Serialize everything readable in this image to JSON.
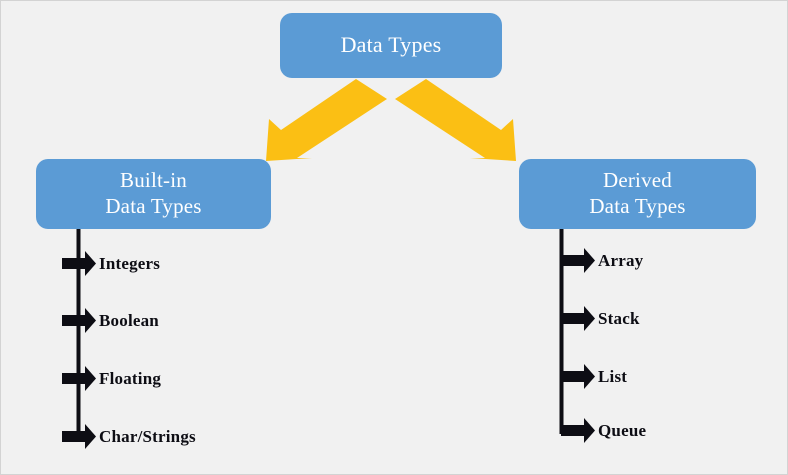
{
  "diagram": {
    "title": "Data Types",
    "colors": {
      "node_fill": "#5B9BD5",
      "node_text": "#FFFFFF",
      "connector_yellow": "#FBBF14",
      "leaf_arrow": "#0D0D14",
      "background": "#F1F1F1",
      "border": "#D3D3D3"
    },
    "root": {
      "label": "Data Types"
    },
    "branches": [
      {
        "id": "built-in",
        "line1": "Built-in",
        "line2": "Data Types",
        "items": [
          {
            "label": "Integers"
          },
          {
            "label": "Boolean"
          },
          {
            "label": "Floating"
          },
          {
            "label": "Char/Strings"
          }
        ]
      },
      {
        "id": "derived",
        "line1": "Derived",
        "line2": "Data Types",
        "items": [
          {
            "label": "Array"
          },
          {
            "label": "Stack"
          },
          {
            "label": "List"
          },
          {
            "label": "Queue"
          }
        ]
      }
    ]
  }
}
